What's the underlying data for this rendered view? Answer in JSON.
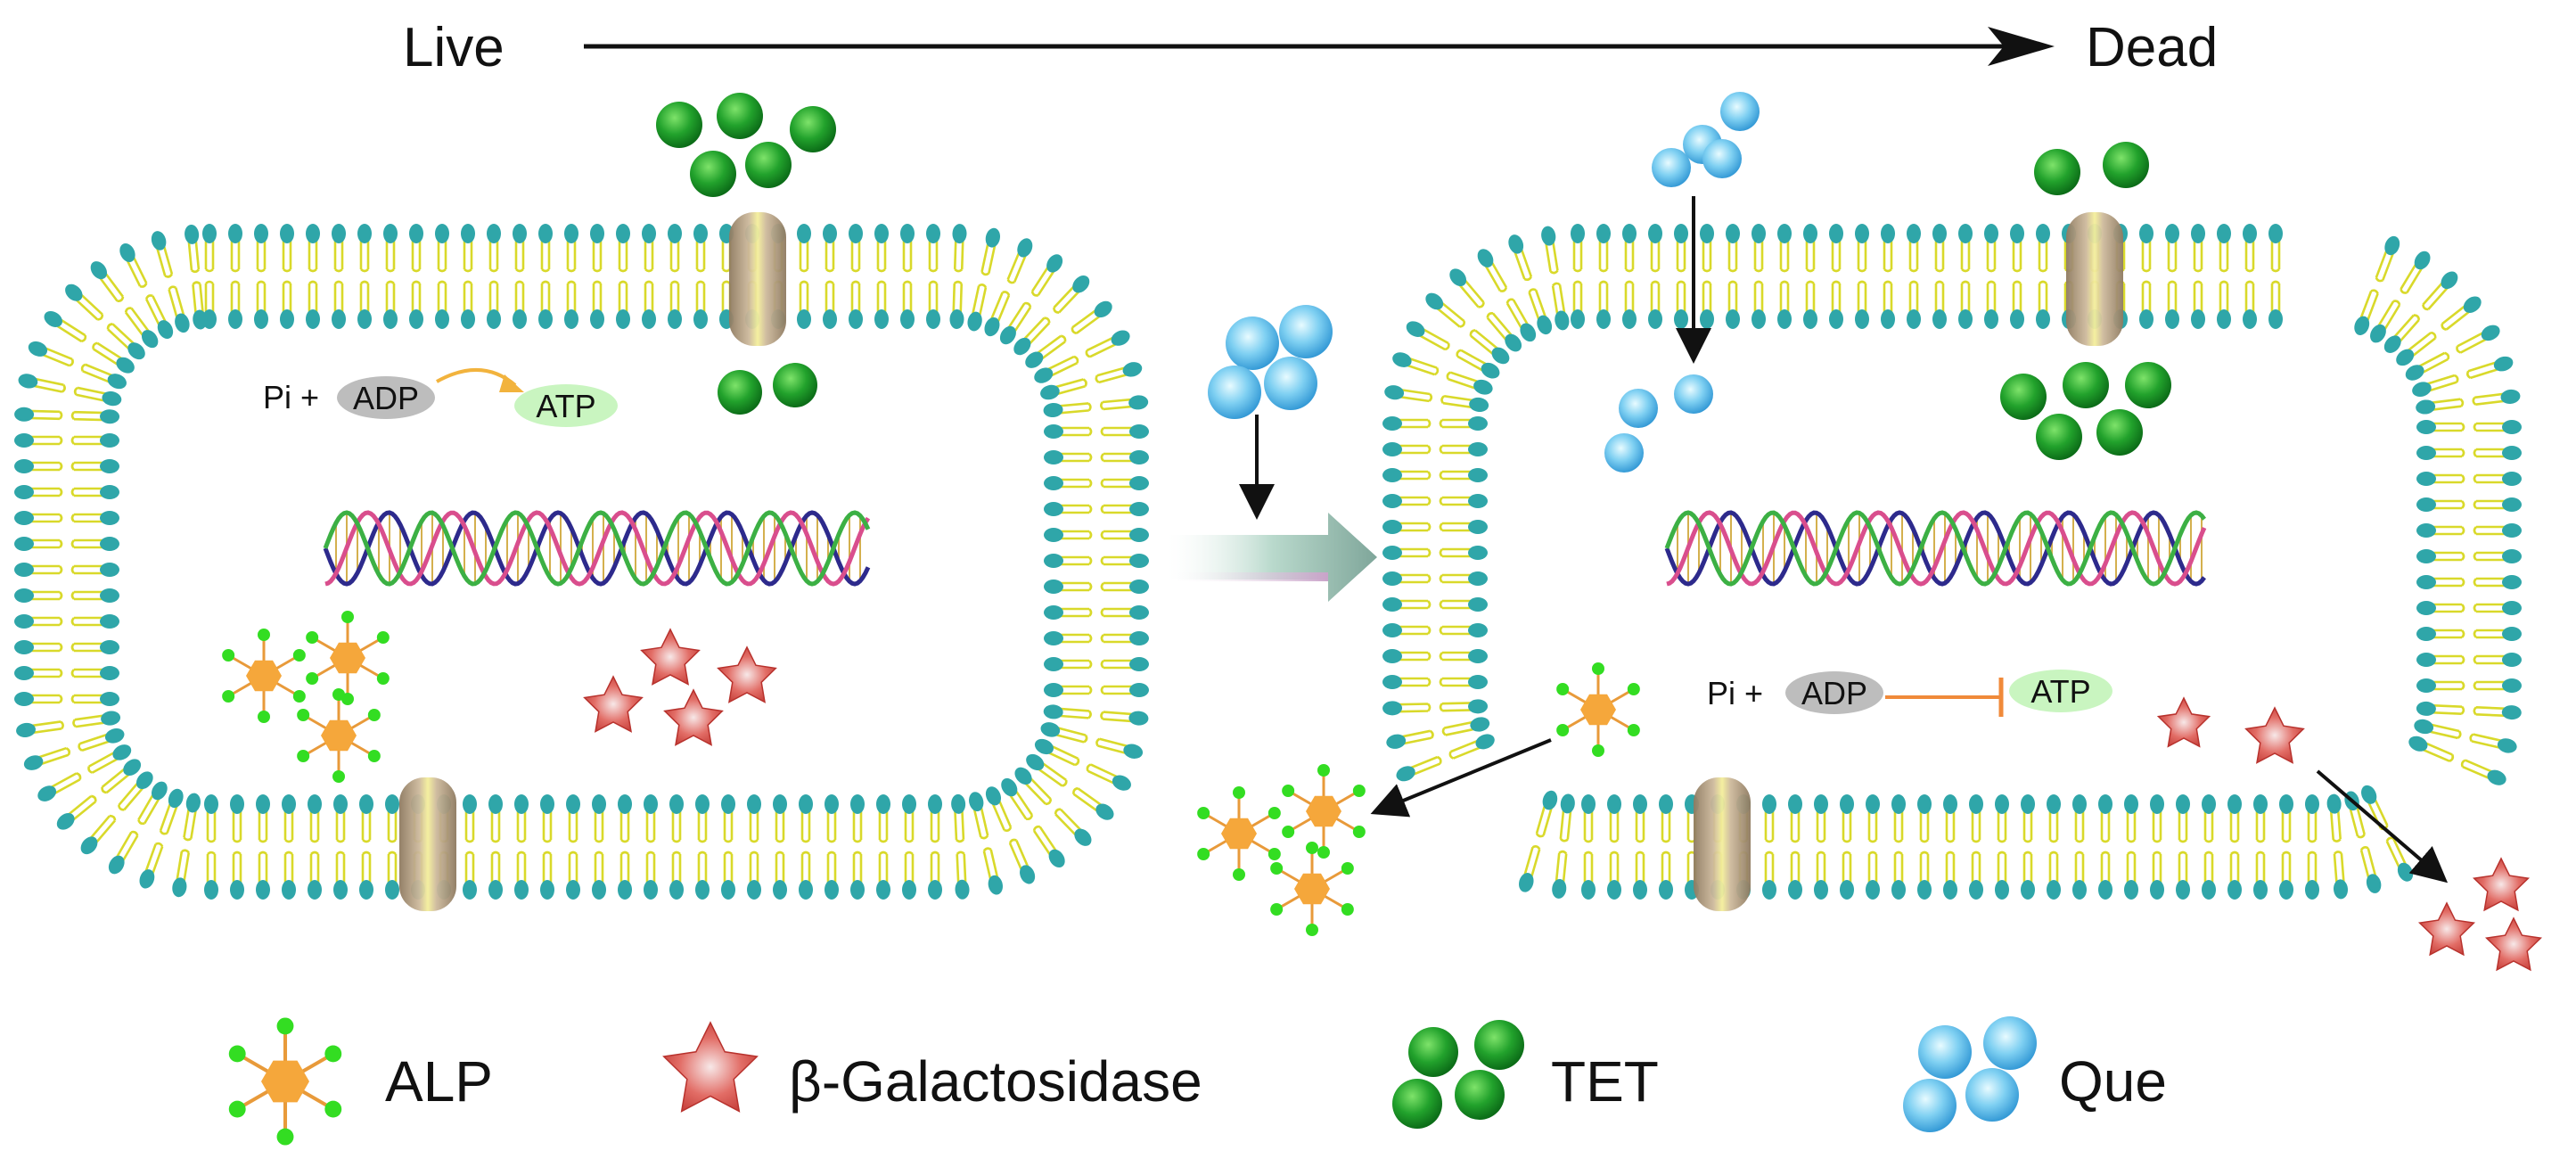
{
  "header": {
    "start_label": "Live",
    "end_label": "Dead"
  },
  "live_cell": {
    "reaction": {
      "left": "Pi +",
      "substrate": "ADP",
      "product": "ATP"
    }
  },
  "dead_cell": {
    "reaction": {
      "left": "Pi +",
      "substrate": "ADP",
      "product": "ATP"
    }
  },
  "legend": {
    "items": [
      {
        "key": "alp",
        "label": "ALP"
      },
      {
        "key": "galactosidase",
        "label": "β-Galactosidase"
      },
      {
        "key": "tet",
        "label": "TET"
      },
      {
        "key": "que",
        "label": "Que"
      }
    ]
  },
  "colors": {
    "membrane_head": "#2fa6a9",
    "membrane_tail": "#d9d92a",
    "tet_green": "#1e9a2a",
    "que_blue": "#4fb8e8",
    "alp_orange": "#f5a73b",
    "alp_node": "#33dd22",
    "star_red": "#d9473f",
    "channel": "#b9a88e",
    "atp_bg": "#c9f5c0",
    "adp_bg": "#bbbbbb"
  }
}
